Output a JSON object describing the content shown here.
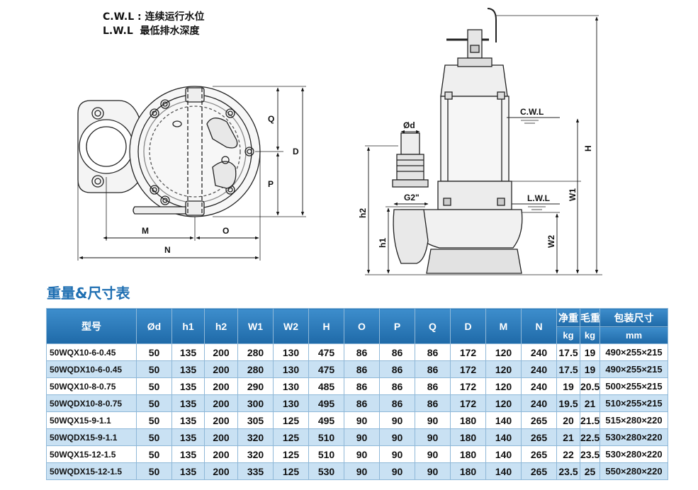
{
  "legend": [
    {
      "code": "C.W.L",
      "sep": " : ",
      "desc": "连续运行水位"
    },
    {
      "code": "L.W.L",
      "sep": "  ",
      "desc": "最低排水深度"
    }
  ],
  "drawing_labels": {
    "q": "Q",
    "d": "D",
    "p": "P",
    "m": "M",
    "o": "O",
    "n": "N",
    "od": "Ød",
    "g2": "G2\"",
    "cwl": "C.W.L",
    "lwl": "L.W.L",
    "h": "H",
    "w1": "W1",
    "w2": "W2",
    "h2": "h2",
    "h1": "h1"
  },
  "table": {
    "title": "重量&尺寸表",
    "headers": [
      "型号",
      "Ød",
      "h1",
      "h2",
      "W1",
      "W2",
      "H",
      "O",
      "P",
      "Q",
      "D",
      "M",
      "N",
      "净重",
      "毛重",
      "包装尺寸"
    ],
    "units": [
      "kg",
      "kg",
      "mm"
    ],
    "rows": [
      [
        "50WQX10-6-0.45",
        "50",
        "135",
        "200",
        "280",
        "130",
        "475",
        "86",
        "86",
        "86",
        "172",
        "120",
        "240",
        "17.5",
        "19",
        "490×255×215"
      ],
      [
        "50WQDX10-6-0.45",
        "50",
        "135",
        "200",
        "280",
        "130",
        "475",
        "86",
        "86",
        "86",
        "172",
        "120",
        "240",
        "17.5",
        "19",
        "490×255×215"
      ],
      [
        "50WQX10-8-0.75",
        "50",
        "135",
        "200",
        "290",
        "130",
        "485",
        "86",
        "86",
        "86",
        "172",
        "120",
        "240",
        "19",
        "20.5",
        "500×255×215"
      ],
      [
        "50WQDX10-8-0.75",
        "50",
        "135",
        "200",
        "300",
        "130",
        "495",
        "86",
        "86",
        "86",
        "172",
        "120",
        "240",
        "19.5",
        "21",
        "510×255×215"
      ],
      [
        "50WQX15-9-1.1",
        "50",
        "135",
        "200",
        "305",
        "125",
        "495",
        "90",
        "90",
        "90",
        "180",
        "140",
        "265",
        "20",
        "21.5",
        "515×280×220"
      ],
      [
        "50WQDX15-9-1.1",
        "50",
        "135",
        "200",
        "320",
        "125",
        "510",
        "90",
        "90",
        "90",
        "180",
        "140",
        "265",
        "21",
        "22.5",
        "530×280×220"
      ],
      [
        "50WQX15-12-1.5",
        "50",
        "135",
        "200",
        "320",
        "125",
        "510",
        "90",
        "90",
        "90",
        "180",
        "140",
        "265",
        "22",
        "23.5",
        "530×280×220"
      ],
      [
        "50WQDX15-12-1.5",
        "50",
        "135",
        "200",
        "335",
        "125",
        "530",
        "90",
        "90",
        "90",
        "180",
        "140",
        "265",
        "23.5",
        "25",
        "550×280×220"
      ]
    ]
  }
}
